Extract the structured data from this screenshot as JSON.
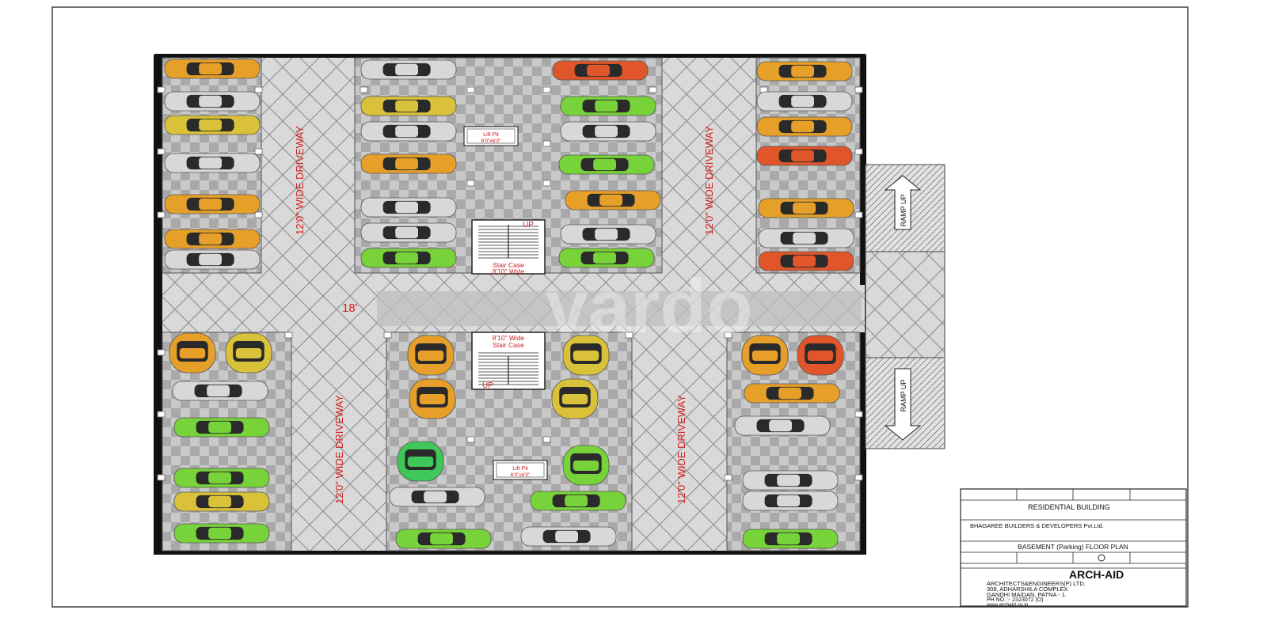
{
  "labels": {
    "driveway": "12'0\" WIDE DRIVEWAY",
    "lift_pit": "Lift Pit",
    "lift_pit_size": "6'0\"x6'0\"",
    "stair_case": "Stair Case",
    "stair_width_top": "8'10\" Wide",
    "stair_width_bottom": "8'10\" Wide",
    "up": "UP",
    "ramp_up": "RAMP UP",
    "road_width": "18'",
    "watermark": "vardo"
  },
  "title_block": {
    "row1": [
      "",
      "",
      "",
      ""
    ],
    "project_label": "",
    "project": "RESIDENTIAL BUILDING",
    "project_sub": "",
    "client_label": "",
    "client": "BHAGAREE BUILDERS & DEVELOPERS Pvt.Ltd.",
    "client_sub1": "",
    "client_sub2": "",
    "drawing": "BASEMENT (Parking) FLOOR PLAN",
    "consult_label": "",
    "firm": "ARCH-AID",
    "firm_line1": "ARCHITECTS&ENGINEERS(P) LTD.",
    "firm_line2": "308, ADHARSHILA COMPLEX",
    "firm_line3": "GANDHI MAIDAN, PATNA - 1.",
    "firm_line4": "PH NO. :- 2323072 (O)",
    "firm_line5": "www.archaid.co.in"
  },
  "colors": {
    "yellow": "#d9c23a",
    "orange": "#e6a02a",
    "red": "#e0562a",
    "green": "#78d23a",
    "bright_green": "#3fc85a",
    "white": "#d8d8d8",
    "label_red": "#d02020"
  },
  "cars": [
    {
      "c": "orange"
    },
    {
      "c": "white"
    },
    {
      "c": "yellow"
    },
    {
      "c": "white"
    },
    {
      "c": "orange"
    },
    {
      "c": "orange"
    },
    {
      "c": "white"
    },
    {
      "c": "white"
    },
    {
      "c": "yellow"
    },
    {
      "c": "white"
    },
    {
      "c": "orange"
    },
    {
      "c": "white"
    },
    {
      "c": "white"
    },
    {
      "c": "green"
    },
    {
      "c": "red"
    },
    {
      "c": "green"
    },
    {
      "c": "white"
    },
    {
      "c": "green"
    },
    {
      "c": "orange"
    },
    {
      "c": "white"
    },
    {
      "c": "green"
    },
    {
      "c": "orange"
    },
    {
      "c": "white"
    },
    {
      "c": "orange"
    },
    {
      "c": "red"
    },
    {
      "c": "orange"
    },
    {
      "c": "white"
    },
    {
      "c": "red"
    },
    {
      "c": "white"
    },
    {
      "c": "green"
    },
    {
      "c": "green"
    },
    {
      "c": "yellow"
    },
    {
      "c": "green"
    },
    {
      "c": "white"
    },
    {
      "c": "green"
    },
    {
      "c": "white"
    },
    {
      "c": "green"
    },
    {
      "c": "white"
    },
    {
      "c": "white"
    },
    {
      "c": "orange"
    },
    {
      "c": "white"
    },
    {
      "c": "yellow"
    },
    {
      "c": "green"
    },
    {
      "c": "yellow"
    },
    {
      "c": "orange"
    },
    {
      "c": "yellow"
    },
    {
      "c": "orange"
    },
    {
      "c": "yellow"
    },
    {
      "c": "orange"
    },
    {
      "c": "red"
    },
    {
      "c": "orange"
    },
    {
      "c": "yellow"
    },
    {
      "c": "red"
    },
    {
      "c": "green"
    },
    {
      "c": "bright_green"
    },
    {
      "c": "green"
    }
  ]
}
